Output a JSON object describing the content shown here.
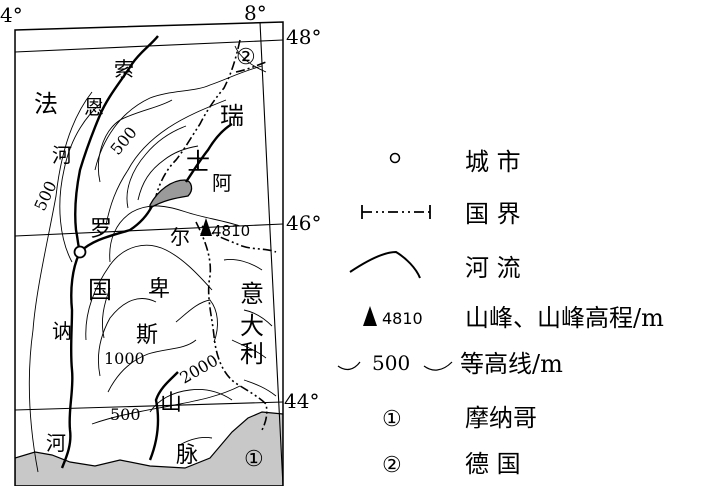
{
  "map": {
    "coords": {
      "lon_left": "4°",
      "lon_right": "8°",
      "lat_48": "48°",
      "lat_46": "46°",
      "lat_44": "44°"
    },
    "labels": {
      "fa": "法",
      "guo": "国",
      "suo": "索",
      "en": "恩",
      "he1": "河",
      "he2": "河",
      "na": "讷",
      "luo": "罗",
      "rui": "瑞",
      "shi": "士",
      "a": "阿",
      "er": "尔",
      "bei": "卑",
      "si": "斯",
      "shan": "山",
      "mai": "脉",
      "yi": "意",
      "da": "大",
      "li": "利"
    },
    "contours": {
      "c500_a": "500",
      "c500_b": "500",
      "c500_c": "500",
      "c1000": "1000",
      "c2000": "2000"
    },
    "peak_elevation": "4810",
    "marker_1": "①",
    "marker_2": "②"
  },
  "legend": {
    "city": "城 市",
    "border": "国 界",
    "river": "河 流",
    "peak": "山峰、山峰高程/m",
    "peak_sample": "4810",
    "contour": "等高线/m",
    "contour_sample": "500",
    "monaco_num": "①",
    "monaco": "摩纳哥",
    "germany_num": "②",
    "germany": "德 国"
  }
}
